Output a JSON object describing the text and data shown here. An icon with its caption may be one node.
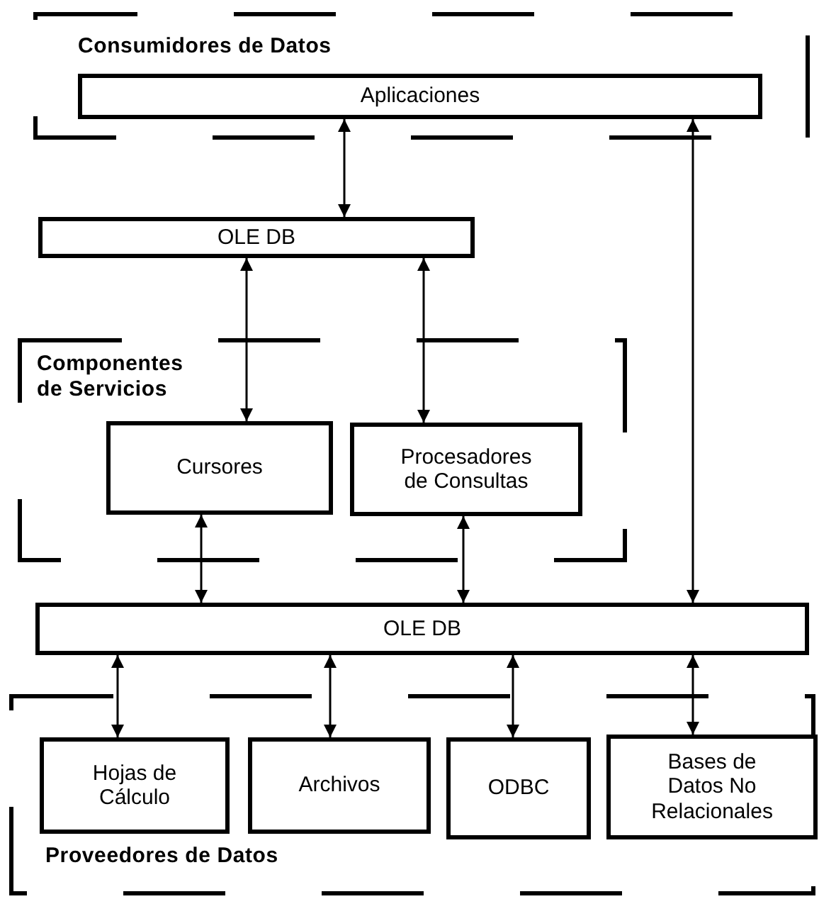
{
  "diagram": {
    "nodes": [
      {
        "text": [
          "Consumidores de Datos"
        ]
      },
      {
        "text": [
          "Aplicaciones"
        ],
        "in": 0
      },
      {
        "text": [
          "OLE DB"
        ]
      },
      {
        "text": [
          "Componentes de Servicios"
        ]
      },
      {
        "text": [
          "Cursores"
        ],
        "in": 3
      },
      {
        "text": [
          "Procesadores de Consultas"
        ],
        "in": 3
      },
      {
        "text": [
          "OLE DB"
        ]
      },
      {
        "text": [
          "Proveedores de Datos"
        ]
      },
      {
        "text": [
          "Hojas de Cálculo"
        ],
        "in": 7
      },
      {
        "text": [
          "Archivos"
        ],
        "in": 7
      },
      {
        "text": [
          "ODBC"
        ],
        "in": 7
      },
      {
        "text": [
          "Bases de Datos No Relacionales"
        ],
        "in": 7
      }
    ],
    "edges": [
      {
        "from": 1,
        "to": 2,
        "arrow": "both"
      },
      {
        "from": 1,
        "to": 6,
        "arrow": "both"
      },
      {
        "from": 2,
        "to": 4,
        "arrow": "both"
      },
      {
        "from": 2,
        "to": 5,
        "arrow": "both"
      },
      {
        "from": 4,
        "to": 6,
        "arrow": "both"
      },
      {
        "from": 5,
        "to": 6,
        "arrow": "both"
      },
      {
        "from": 6,
        "to": 8,
        "arrow": "both"
      },
      {
        "from": 6,
        "to": 9,
        "arrow": "both"
      },
      {
        "from": 6,
        "to": 10,
        "arrow": "both"
      },
      {
        "from": 6,
        "to": 11,
        "arrow": "both"
      }
    ]
  }
}
